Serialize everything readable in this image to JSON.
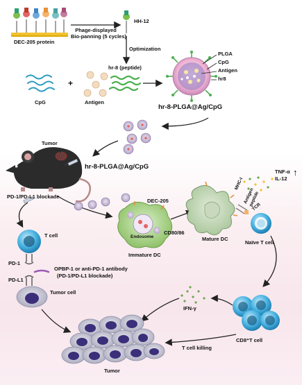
{
  "top": {
    "dec205_protein": "DEC-205 protein",
    "phage_line1": "Phage-displayed",
    "phage_line2": "Bio-panning (5 cycles)",
    "hh12": "HH-12",
    "optimization": "Optimization",
    "hr8_peptide": "hr-8 (peptide)",
    "cpg": "CpG",
    "plus": "+",
    "antigen": "Antigen",
    "nano_legend": [
      "PLGA",
      "CpG",
      "Antigen",
      "hr8"
    ],
    "nano_title": "hr-8-PLGA@Ag/CpG"
  },
  "middle": {
    "tumor": "Tumor",
    "injection_label": "hr-8-PLGA@Ag/CpG",
    "blockade": "PD-1/PD-L1 blockade",
    "dec205": "DEC-205",
    "endosome": "Endosome",
    "cd8086": "CD80/86",
    "immature_dc": "Immature DC",
    "mature_dc": "Mature DC",
    "mhc": "MHC-I",
    "antigen_peptide_1": "Antigen",
    "antigen_peptide_2": "peptide",
    "tcr": "TCR",
    "naive_t": "Naïve T cell",
    "tnf": "TNF-α",
    "il12": "IL-12",
    "up_arrow": "↑"
  },
  "bottom": {
    "t_cell": "T cell",
    "pd1": "PD-1",
    "pdl1": "PD-L1",
    "opbp_line1": "OPBP-1 or anti-PD-1 antibody",
    "opbp_line2": "(PD-1/PD-L1 blockade)",
    "tumor_cell": "Tumor cell",
    "ifn": "IFN-γ",
    "killing": "T cell killing",
    "cd8": "CD8⁺T cell",
    "tumor": "Tumor"
  },
  "colors": {
    "arrow": "#222222",
    "cell_blue": "#3ea9d8",
    "dc_green": "#a9d08e",
    "tumor_purple": "#3b2f7a",
    "nano_pink": "#f2b7d4"
  }
}
